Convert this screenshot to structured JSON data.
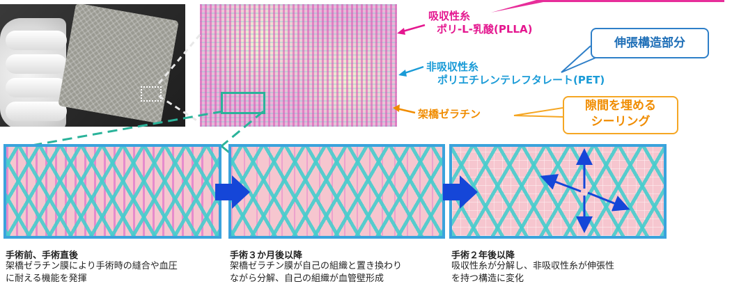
{
  "labels": {
    "absorbable_title": "吸収性糸",
    "absorbable_name": "ポリ-L-乳酸(PLLA)",
    "nonabsorbable_title": "非吸収性糸",
    "nonabsorbable_name": "ポリエチレンテレフタレート(PET)",
    "gelatin": "架橋ゼラチン",
    "stretch_box": "伸張構造部分",
    "sealing_line1": "隙間を埋める",
    "sealing_line2": "シーリング"
  },
  "stages": [
    {
      "title": "手術前、手術直後",
      "line1": "架橋ゼラチン膜により手術時の縫合や血圧",
      "line2": "に耐える機能を発揮"
    },
    {
      "title": "手術３か月後以降",
      "line1": "架橋ゼラチン膜が自己の組織と置き換わり",
      "line2": "ながら分解、自己の組織が血管壁形成"
    },
    {
      "title": "手術２年後以降",
      "line1": "吸収性糸が分解し、非吸収性糸が伸張性",
      "line2": "を持つ構造に変化"
    }
  ],
  "colors": {
    "plla": "#e4178f",
    "pet": "#1a9bd7",
    "gelatin": "#f08c00",
    "panel_border": "#3aa3dc",
    "arrow": "#1546d8"
  }
}
